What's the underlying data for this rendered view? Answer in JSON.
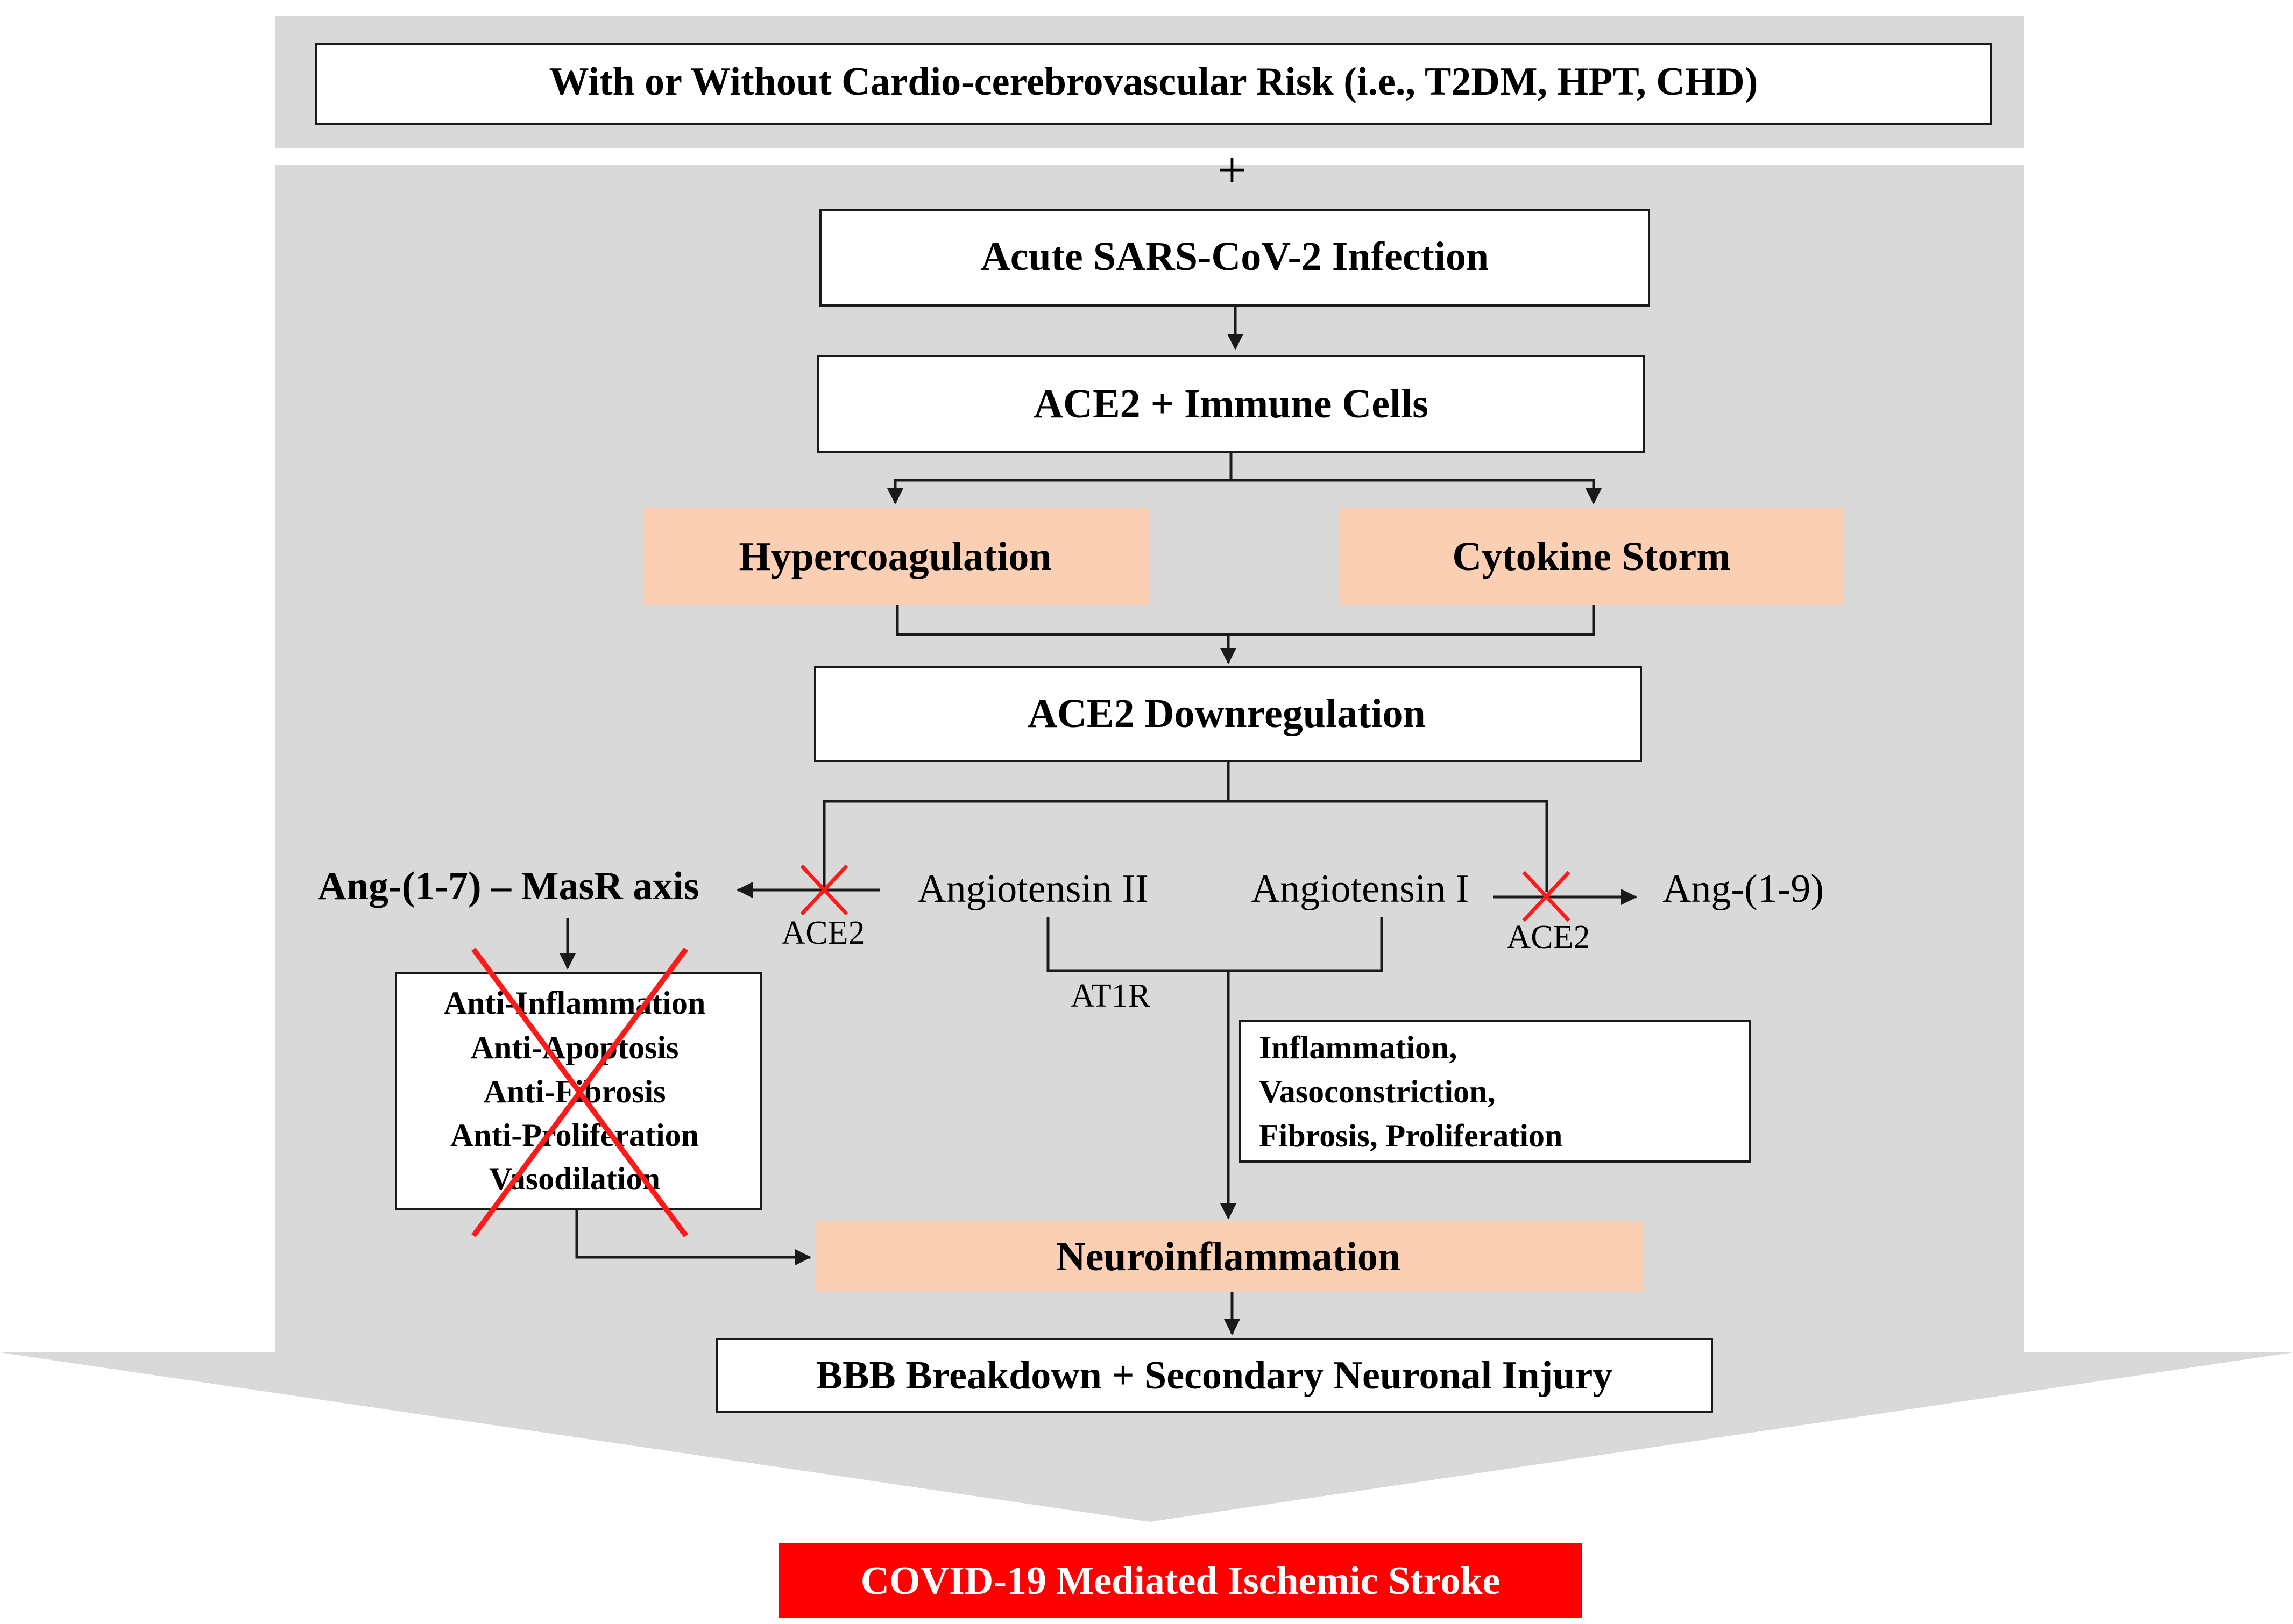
{
  "risk_header": "With or Without Cardio-cerebrovascular Risk (i.e., T2DM, HPT, CHD)",
  "plus_sign": "+",
  "nodes": {
    "acute_infection": "Acute SARS-CoV-2 Infection",
    "ace2_immune": "ACE2 + Immune  Cells",
    "hypercoagulation": "Hypercoagulation",
    "cytokine_storm": "Cytokine Storm",
    "ace2_downregulation": "ACE2 Downregulation",
    "ang17_axis": "Ang-(1-7) – MasR axis",
    "angiotensin_ii": "Angiotensin  II",
    "angiotensin_i": "Angiotensin  I",
    "ang19": "Ang-(1-9)",
    "ace2_left": "ACE2",
    "ace2_right": "ACE2",
    "at1r": "AT1R",
    "neuroinflammation": "Neuroinflammation",
    "bbb_breakdown": "BBB Breakdown + Secondary Neuronal Injury",
    "outcome": "COVID-19 Mediated Ischemic Stroke"
  },
  "protective_effects": [
    "Anti-Inflammation",
    "Anti-Apoptosis",
    "Anti-Fibrosis",
    "Anti-Proliferation",
    "Vasodilation"
  ],
  "harmful_effects": [
    "Inflammation,",
    "Vasoconstriction,",
    "Fibrosis,  Proliferation"
  ],
  "colors": {
    "panel_gray": "#d9d9d9",
    "peach": "#fbcfb3",
    "outcome_red": "#ff0000",
    "cross_red": "#ff1a1a",
    "line": "#1a1a1a"
  }
}
